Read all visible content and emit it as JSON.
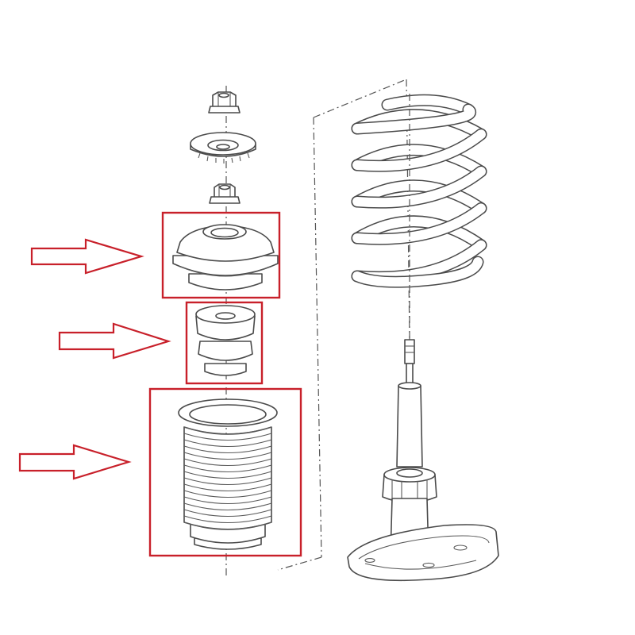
{
  "colors": {
    "highlight": "#c8202a",
    "line": "#4a4a4a",
    "background": "#ffffff"
  },
  "parts": [
    {
      "name": "top-nut-icon"
    },
    {
      "name": "strut-mount-washer-icon"
    },
    {
      "name": "lower-nut-icon"
    },
    {
      "name": "top-strut-mount-icon",
      "highlighted": true
    },
    {
      "name": "bump-stop-icon",
      "highlighted": true
    },
    {
      "name": "dust-boot-bellows-icon",
      "highlighted": true
    },
    {
      "name": "coil-spring-icon"
    },
    {
      "name": "shock-absorber-strut-icon"
    }
  ],
  "callouts": [
    {
      "name": "arrow-top-mount",
      "target": "top-strut-mount-icon"
    },
    {
      "name": "arrow-bump-stop",
      "target": "bump-stop-icon"
    },
    {
      "name": "arrow-dust-boot",
      "target": "dust-boot-bellows-icon"
    }
  ]
}
